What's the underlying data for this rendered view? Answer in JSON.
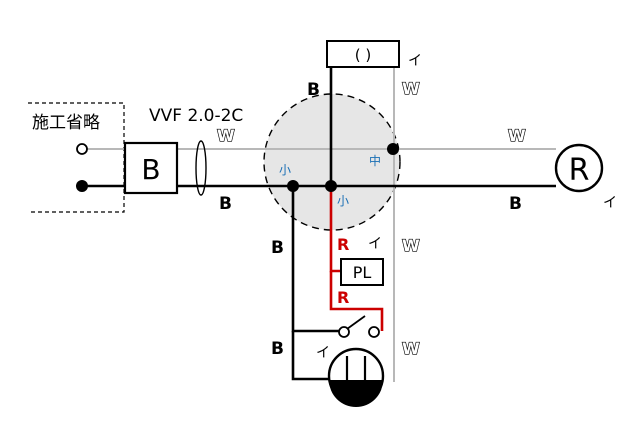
{
  "labels": {
    "omission": "施工省略",
    "cable": "VVF 2.0-2C",
    "breaker": "B",
    "receptacle_mark": "R",
    "pilot_lamp": "PL",
    "top_box": "( )",
    "i_mark": "イ",
    "black": "B",
    "white": "W",
    "red": "R",
    "small": "小",
    "medium": "中"
  },
  "colors": {
    "black_wire": "#000000",
    "white_wire": "#b8b8b8",
    "red_wire": "#cc0000",
    "junction_fill": "#e6e6e6",
    "blue_text": "#1a6fb5"
  }
}
